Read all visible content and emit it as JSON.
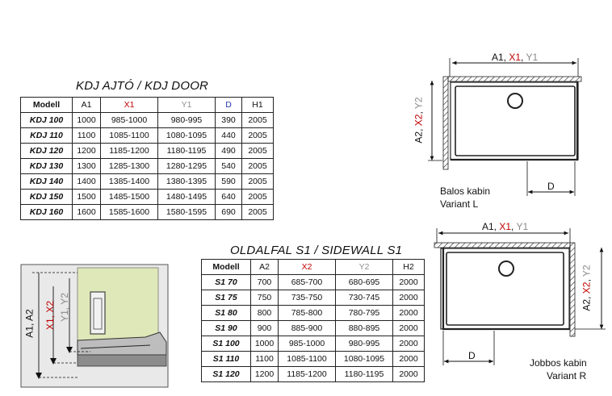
{
  "door_section": {
    "title": "KDJ AJTÓ / KDJ DOOR",
    "headers": [
      "Modell",
      "A1",
      "X1",
      "Y1",
      "D",
      "H1"
    ],
    "rows": [
      [
        "KDJ 100",
        "1000",
        "985-1000",
        "980-995",
        "390",
        "2005"
      ],
      [
        "KDJ 110",
        "1100",
        "1085-1100",
        "1080-1095",
        "440",
        "2005"
      ],
      [
        "KDJ 120",
        "1200",
        "1185-1200",
        "1180-1195",
        "490",
        "2005"
      ],
      [
        "KDJ 130",
        "1300",
        "1285-1300",
        "1280-1295",
        "540",
        "2005"
      ],
      [
        "KDJ 140",
        "1400",
        "1385-1400",
        "1380-1395",
        "590",
        "2005"
      ],
      [
        "KDJ 150",
        "1500",
        "1485-1500",
        "1480-1495",
        "640",
        "2005"
      ],
      [
        "KDJ 160",
        "1600",
        "1585-1600",
        "1580-1595",
        "690",
        "2005"
      ]
    ]
  },
  "sidewall_section": {
    "title": "OLDALFAL S1 / SIDEWALL S1",
    "headers": [
      "Modell",
      "A2",
      "X2",
      "Y2",
      "H2"
    ],
    "rows": [
      [
        "S1 70",
        "700",
        "685-700",
        "680-695",
        "2000"
      ],
      [
        "S1 75",
        "750",
        "735-750",
        "730-745",
        "2000"
      ],
      [
        "S1 80",
        "800",
        "785-800",
        "780-795",
        "2000"
      ],
      [
        "S1 90",
        "900",
        "885-900",
        "880-895",
        "2000"
      ],
      [
        "S1 100",
        "1000",
        "985-1000",
        "980-995",
        "2000"
      ],
      [
        "S1 110",
        "1100",
        "1085-1100",
        "1080-1095",
        "2000"
      ],
      [
        "S1 120",
        "1200",
        "1185-1200",
        "1180-1195",
        "2000"
      ]
    ]
  },
  "diagram_left": {
    "top_label": {
      "a": "A1, ",
      "x": "X1",
      "sep": ", ",
      "y": "Y1"
    },
    "side_label": {
      "a": "A2, ",
      "x": "X2",
      "sep": ", ",
      "y": "Y2"
    },
    "d_label": "D",
    "caption_line1": "Balos kabin",
    "caption_line2": "Variant L"
  },
  "diagram_right": {
    "top_label": {
      "a": "A1, ",
      "x": "X1",
      "sep": ", ",
      "y": "Y1"
    },
    "side_label": {
      "a": "A2, ",
      "x": "X2",
      "sep": ", ",
      "y": "Y2"
    },
    "d_label": "D",
    "caption_line1": "Jobbos kabin",
    "caption_line2": "Variant R"
  },
  "profile_detail": {
    "a_label": "A1, A2",
    "x_label": "X1, X2",
    "y_label": "Y1, Y2"
  },
  "colors": {
    "x_red": "#c00000",
    "y_grey": "#8a8a8a",
    "d_blue": "#2233aa",
    "profile_fill": "#dfe8b8",
    "profile_bg": "#e9e9e9"
  }
}
